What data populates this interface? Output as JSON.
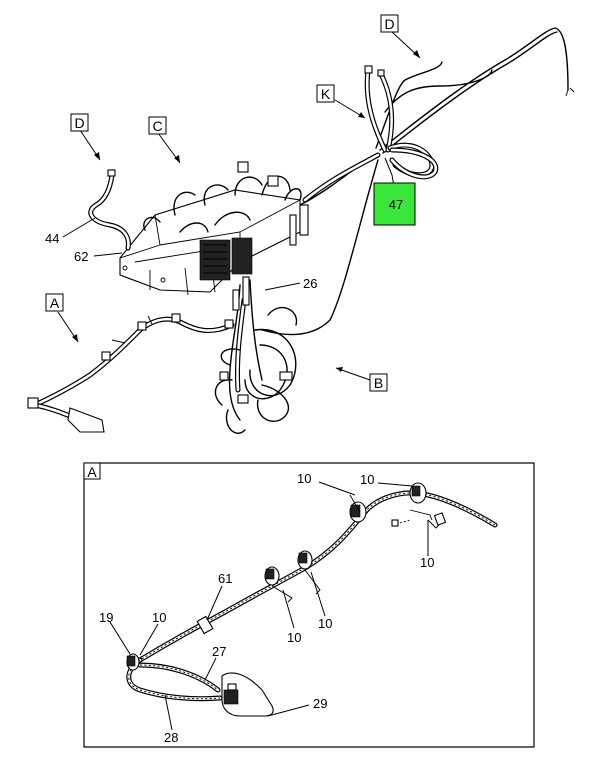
{
  "view_labels": {
    "d_top": "D",
    "d_left": "D",
    "c": "C",
    "k": "K",
    "a": "A",
    "b": "B"
  },
  "callouts_main": {
    "c44": "44",
    "c62": "62",
    "c26": "26",
    "c47": "47"
  },
  "detail_a": {
    "title": "A",
    "c10_top_left": "10",
    "c10_top_right": "10",
    "c10_right": "10",
    "c61": "61",
    "c10_mid_a": "10",
    "c10_mid_b": "10",
    "c19": "19",
    "c10_left": "10",
    "c27": "27",
    "c29": "29",
    "c28": "28"
  },
  "colors": {
    "highlight": "#39e639",
    "line": "#000000",
    "background": "#ffffff"
  }
}
